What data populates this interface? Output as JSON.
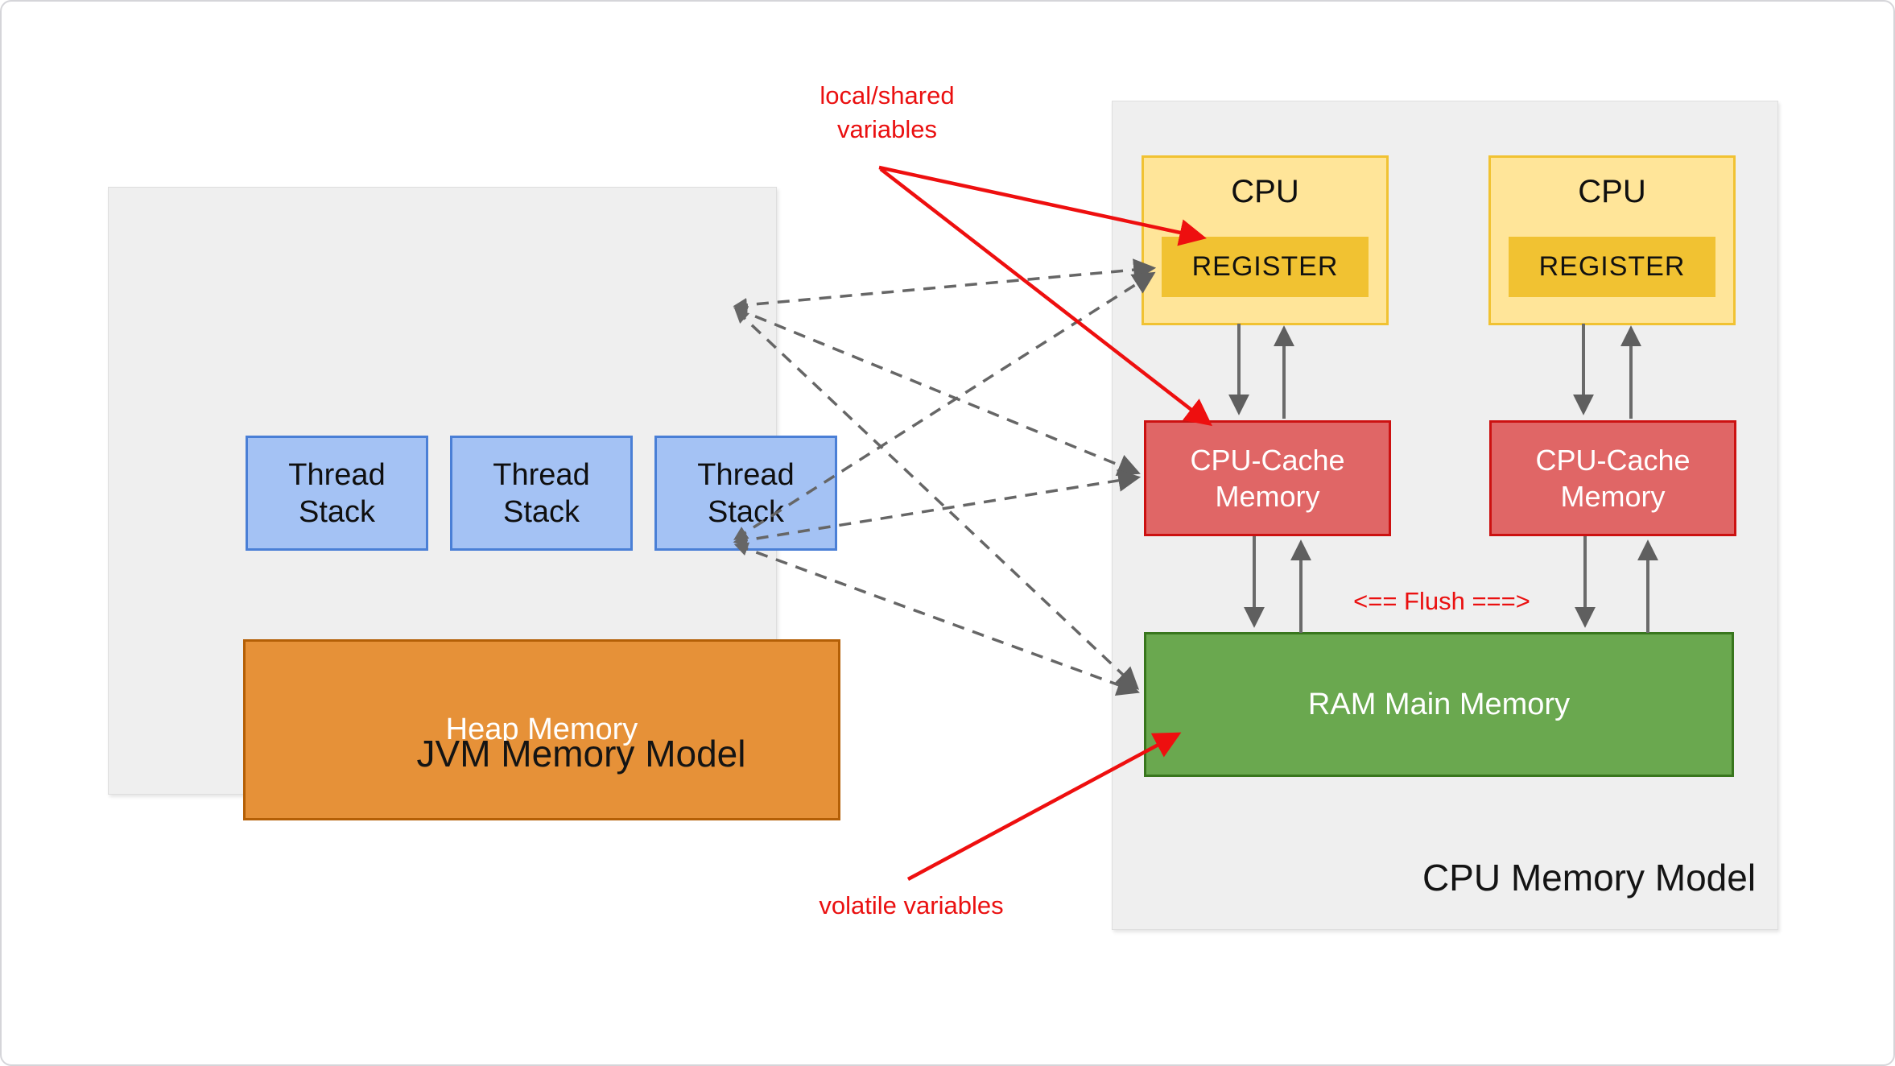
{
  "jvm_panel": {
    "title": "JVM Memory Model",
    "thread_stacks": [
      {
        "label": "Thread\nStack"
      },
      {
        "label": "Thread\nStack"
      },
      {
        "label": "Thread\nStack"
      }
    ],
    "heap": {
      "label": "Heap Memory"
    }
  },
  "cpu_panel": {
    "title": "CPU Memory Model",
    "cpus": [
      {
        "label": "CPU",
        "register_label": "REGISTER",
        "cache_label": "CPU-Cache\nMemory"
      },
      {
        "label": "CPU",
        "register_label": "REGISTER",
        "cache_label": "CPU-Cache\nMemory"
      }
    ],
    "ram": {
      "label": "RAM Main Memory"
    },
    "flush_label": "<== Flush ===>"
  },
  "annotations": {
    "local_shared": "local/shared\nvariables",
    "volatile": "volatile variables"
  },
  "colors": {
    "panel_bg": "#efefef",
    "thread_stack_fill": "#a4c2f4",
    "thread_stack_border": "#4a7fd6",
    "heap_fill": "#e69138",
    "heap_border": "#b45f06",
    "cpu_fill": "#ffe599",
    "cpu_border": "#f1c232",
    "register_fill": "#f1c232",
    "cache_fill": "#e06666",
    "cache_border": "#cc1111",
    "ram_fill": "#6aa84f",
    "ram_border": "#38761d",
    "arrow_gray": "#666666",
    "annotation_red": "#ea1010"
  }
}
